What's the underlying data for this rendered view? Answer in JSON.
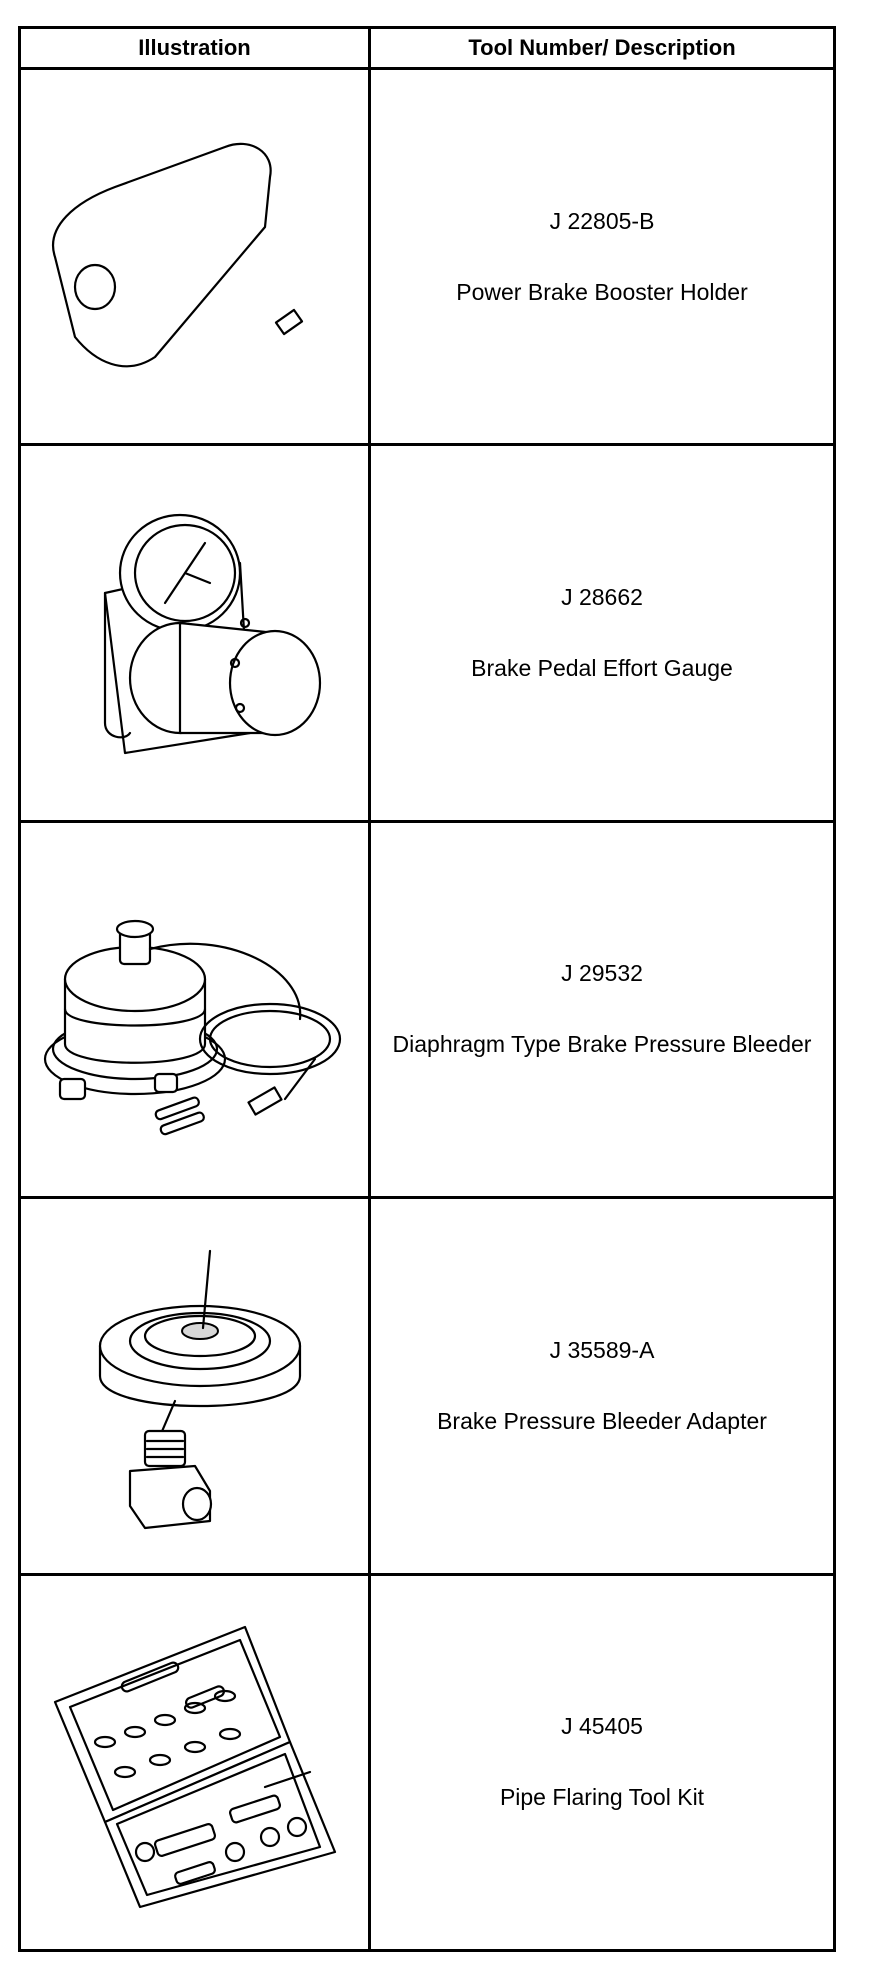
{
  "table": {
    "headers": {
      "illustration": "Illustration",
      "tool": "Tool Number/ Description"
    },
    "rows": [
      {
        "tool_number": "J 22805-B",
        "description": "Power Brake Booster Holder",
        "icon": "booster-holder-icon"
      },
      {
        "tool_number": "J 28662",
        "description": "Brake Pedal Effort Gauge",
        "icon": "pedal-effort-gauge-icon"
      },
      {
        "tool_number": "J 29532",
        "description": "Diaphragm Type Brake Pressure Bleeder",
        "icon": "pressure-bleeder-icon"
      },
      {
        "tool_number": "J 35589-A",
        "description": "Brake Pressure Bleeder Adapter",
        "icon": "bleeder-adapter-icon"
      },
      {
        "tool_number": "J 45405",
        "description": "Pipe Flaring Tool Kit",
        "icon": "flaring-tool-kit-icon"
      }
    ]
  }
}
